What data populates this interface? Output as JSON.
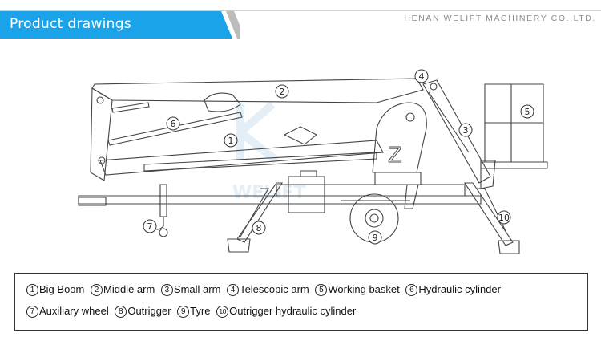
{
  "header": {
    "title": "Product drawings",
    "company": "HENAN WELIFT MACHINERY CO.,LTD.",
    "accent_color": "#1aa3e8"
  },
  "drawing": {
    "callouts": [
      "1",
      "2",
      "3",
      "4",
      "5",
      "6",
      "7",
      "8",
      "9",
      "10"
    ],
    "watermark": "WELIFT",
    "logo_letter": "Z"
  },
  "legend": {
    "row1": [
      {
        "num": "1",
        "label": "Big Boom"
      },
      {
        "num": "2",
        "label": "Middle arm"
      },
      {
        "num": "3",
        "label": "Small arm"
      },
      {
        "num": "4",
        "label": "Telescopic arm"
      },
      {
        "num": "5",
        "label": "Working basket"
      },
      {
        "num": "6",
        "label": "Hydraulic cylinder"
      }
    ],
    "row2": [
      {
        "num": "7",
        "label": "Auxiliary wheel"
      },
      {
        "num": "8",
        "label": "Outrigger"
      },
      {
        "num": "9",
        "label": "Tyre"
      },
      {
        "num": "10",
        "label": "Outrigger hydraulic cylinder"
      }
    ]
  }
}
